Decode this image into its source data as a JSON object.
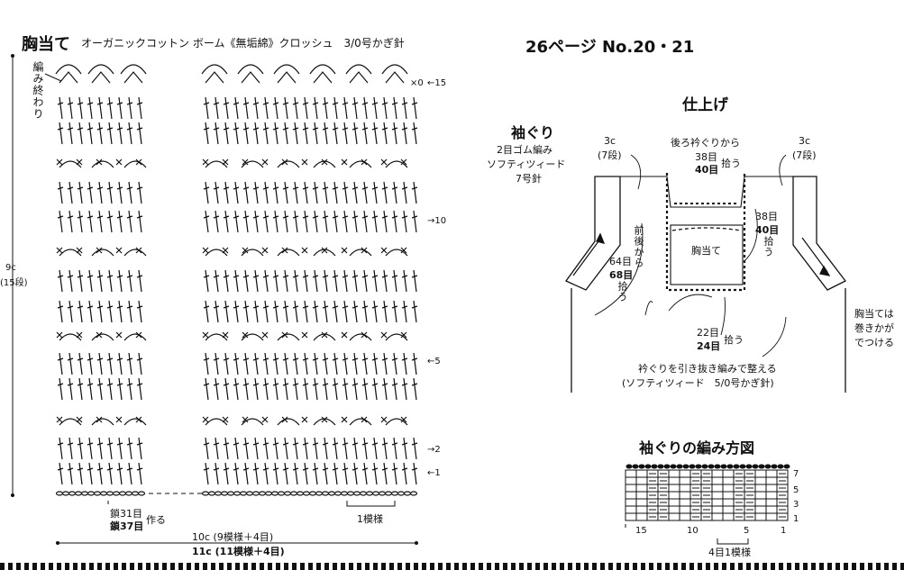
{
  "left": {
    "title": "胸当て",
    "subtitle": "オーガニックコットン ボーム《無垢綿》クロッシュ　3/0号かぎ針",
    "finish_label": "編み終わり",
    "row_markers": [
      "←15",
      "→10",
      "←5",
      "→2",
      "←1"
    ],
    "row_end_label": "×0",
    "height_label": "9c",
    "height_rows": "(15段)",
    "chain_line1": "鎖31目",
    "chain_line2": "鎖37目",
    "chain_make": "作る",
    "repeat_label": "1模様",
    "width_line1": "10c (9模様＋4目)",
    "width_line2": "11c (11模様＋4目)"
  },
  "right": {
    "page_ref": "26ページ No.20・21",
    "finish_title": "仕上げ",
    "armhole_title": "袖ぐり",
    "armhole_line1": "2目ゴム編み",
    "armhole_line2": "ソフティツィード",
    "armhole_line3": "7号針",
    "left_3c": "3c",
    "left_7rows": "(7段)",
    "right_3c": "3c",
    "right_7rows": "(7段)",
    "back_neck": "後ろ衿ぐりから",
    "back_38": "38目",
    "back_40": "40目",
    "pick_up": "拾う",
    "front_back_from": "前後から",
    "side_64": "64目",
    "side_68": "68目",
    "side_pick": "拾う",
    "right_38": "38目",
    "right_40": "40目",
    "right_pick": "拾う",
    "bib": "胸当て",
    "bottom_22": "22目",
    "bottom_24": "24目",
    "bottom_pick": "拾う",
    "neck_line1": "衿ぐりを引き抜き編みで整える",
    "neck_line2": "(ソフティツィード　5/0号かぎ針)",
    "bib_note1": "胸当ては",
    "bib_note2": "巻きかが",
    "bib_note3": "でつける",
    "chart_title": "袖ぐりの編み方図",
    "chart_rows": [
      "7",
      "5",
      "3",
      "1"
    ],
    "chart_cols": [
      "15",
      "10",
      "5",
      "1"
    ],
    "chart_repeat": "4目1模様"
  }
}
